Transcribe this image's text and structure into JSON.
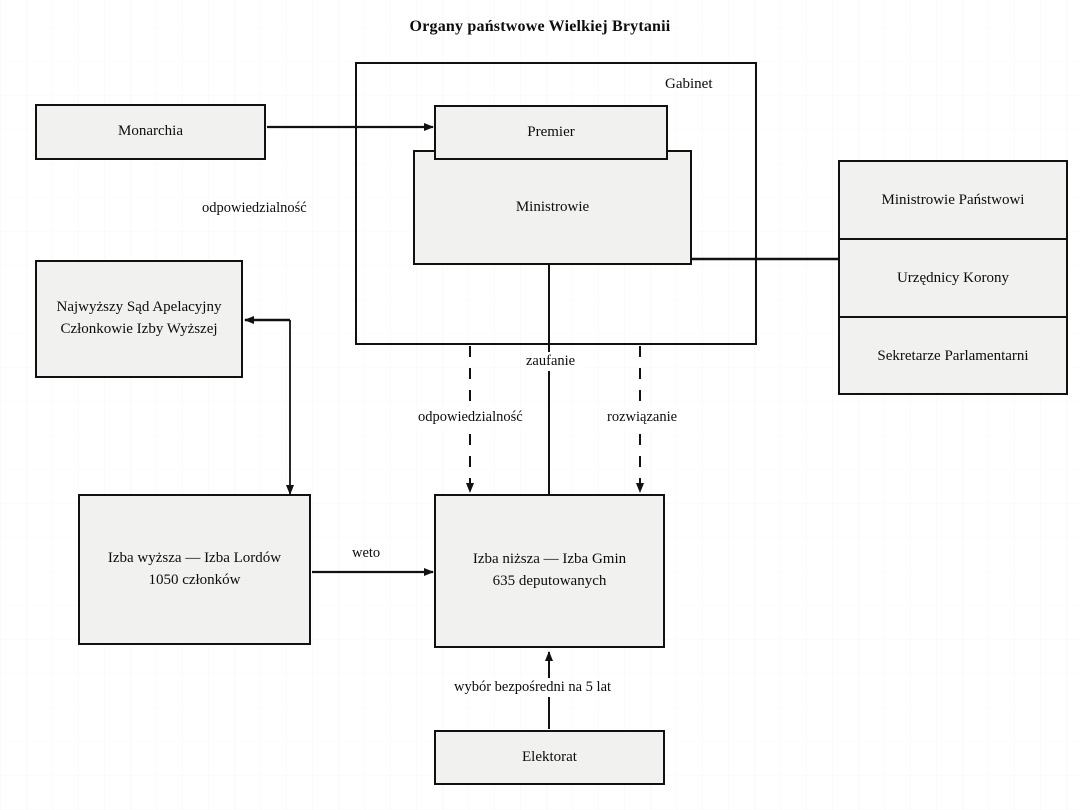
{
  "title": "Organy państwowe Wielkiej Brytanii",
  "cabinet": {
    "caption": "Gabinet",
    "premier": "Premier",
    "ministers": "Ministrowie"
  },
  "nodes": {
    "monarchy": "Monarchia",
    "court": "Najwyższy Sąd Apelacyjny\nCzłonkowie Izby Wyższej",
    "lords": "Izba wyższa — Izba Lordów\n1050 członków",
    "commons": "Izba niższa — Izba Gmin\n635 deputowanych",
    "electorate": "Elektorat"
  },
  "right_stack": [
    "Ministrowie Państwowi",
    "Urzędnicy Korony",
    "Sekretarze Parlamentarni"
  ],
  "edge_labels": {
    "responsibility_top": "odpowiedzialność",
    "confidence": "zaufanie",
    "responsibility_mid": "odpowiedzialność",
    "dissolution": "rozwiązanie",
    "veto": "weto",
    "election": "wybór bezpośredni na 5 lat"
  },
  "colors": {
    "ink": "#111111",
    "box_fill": "#f1f1ef",
    "page": "#ffffff"
  }
}
